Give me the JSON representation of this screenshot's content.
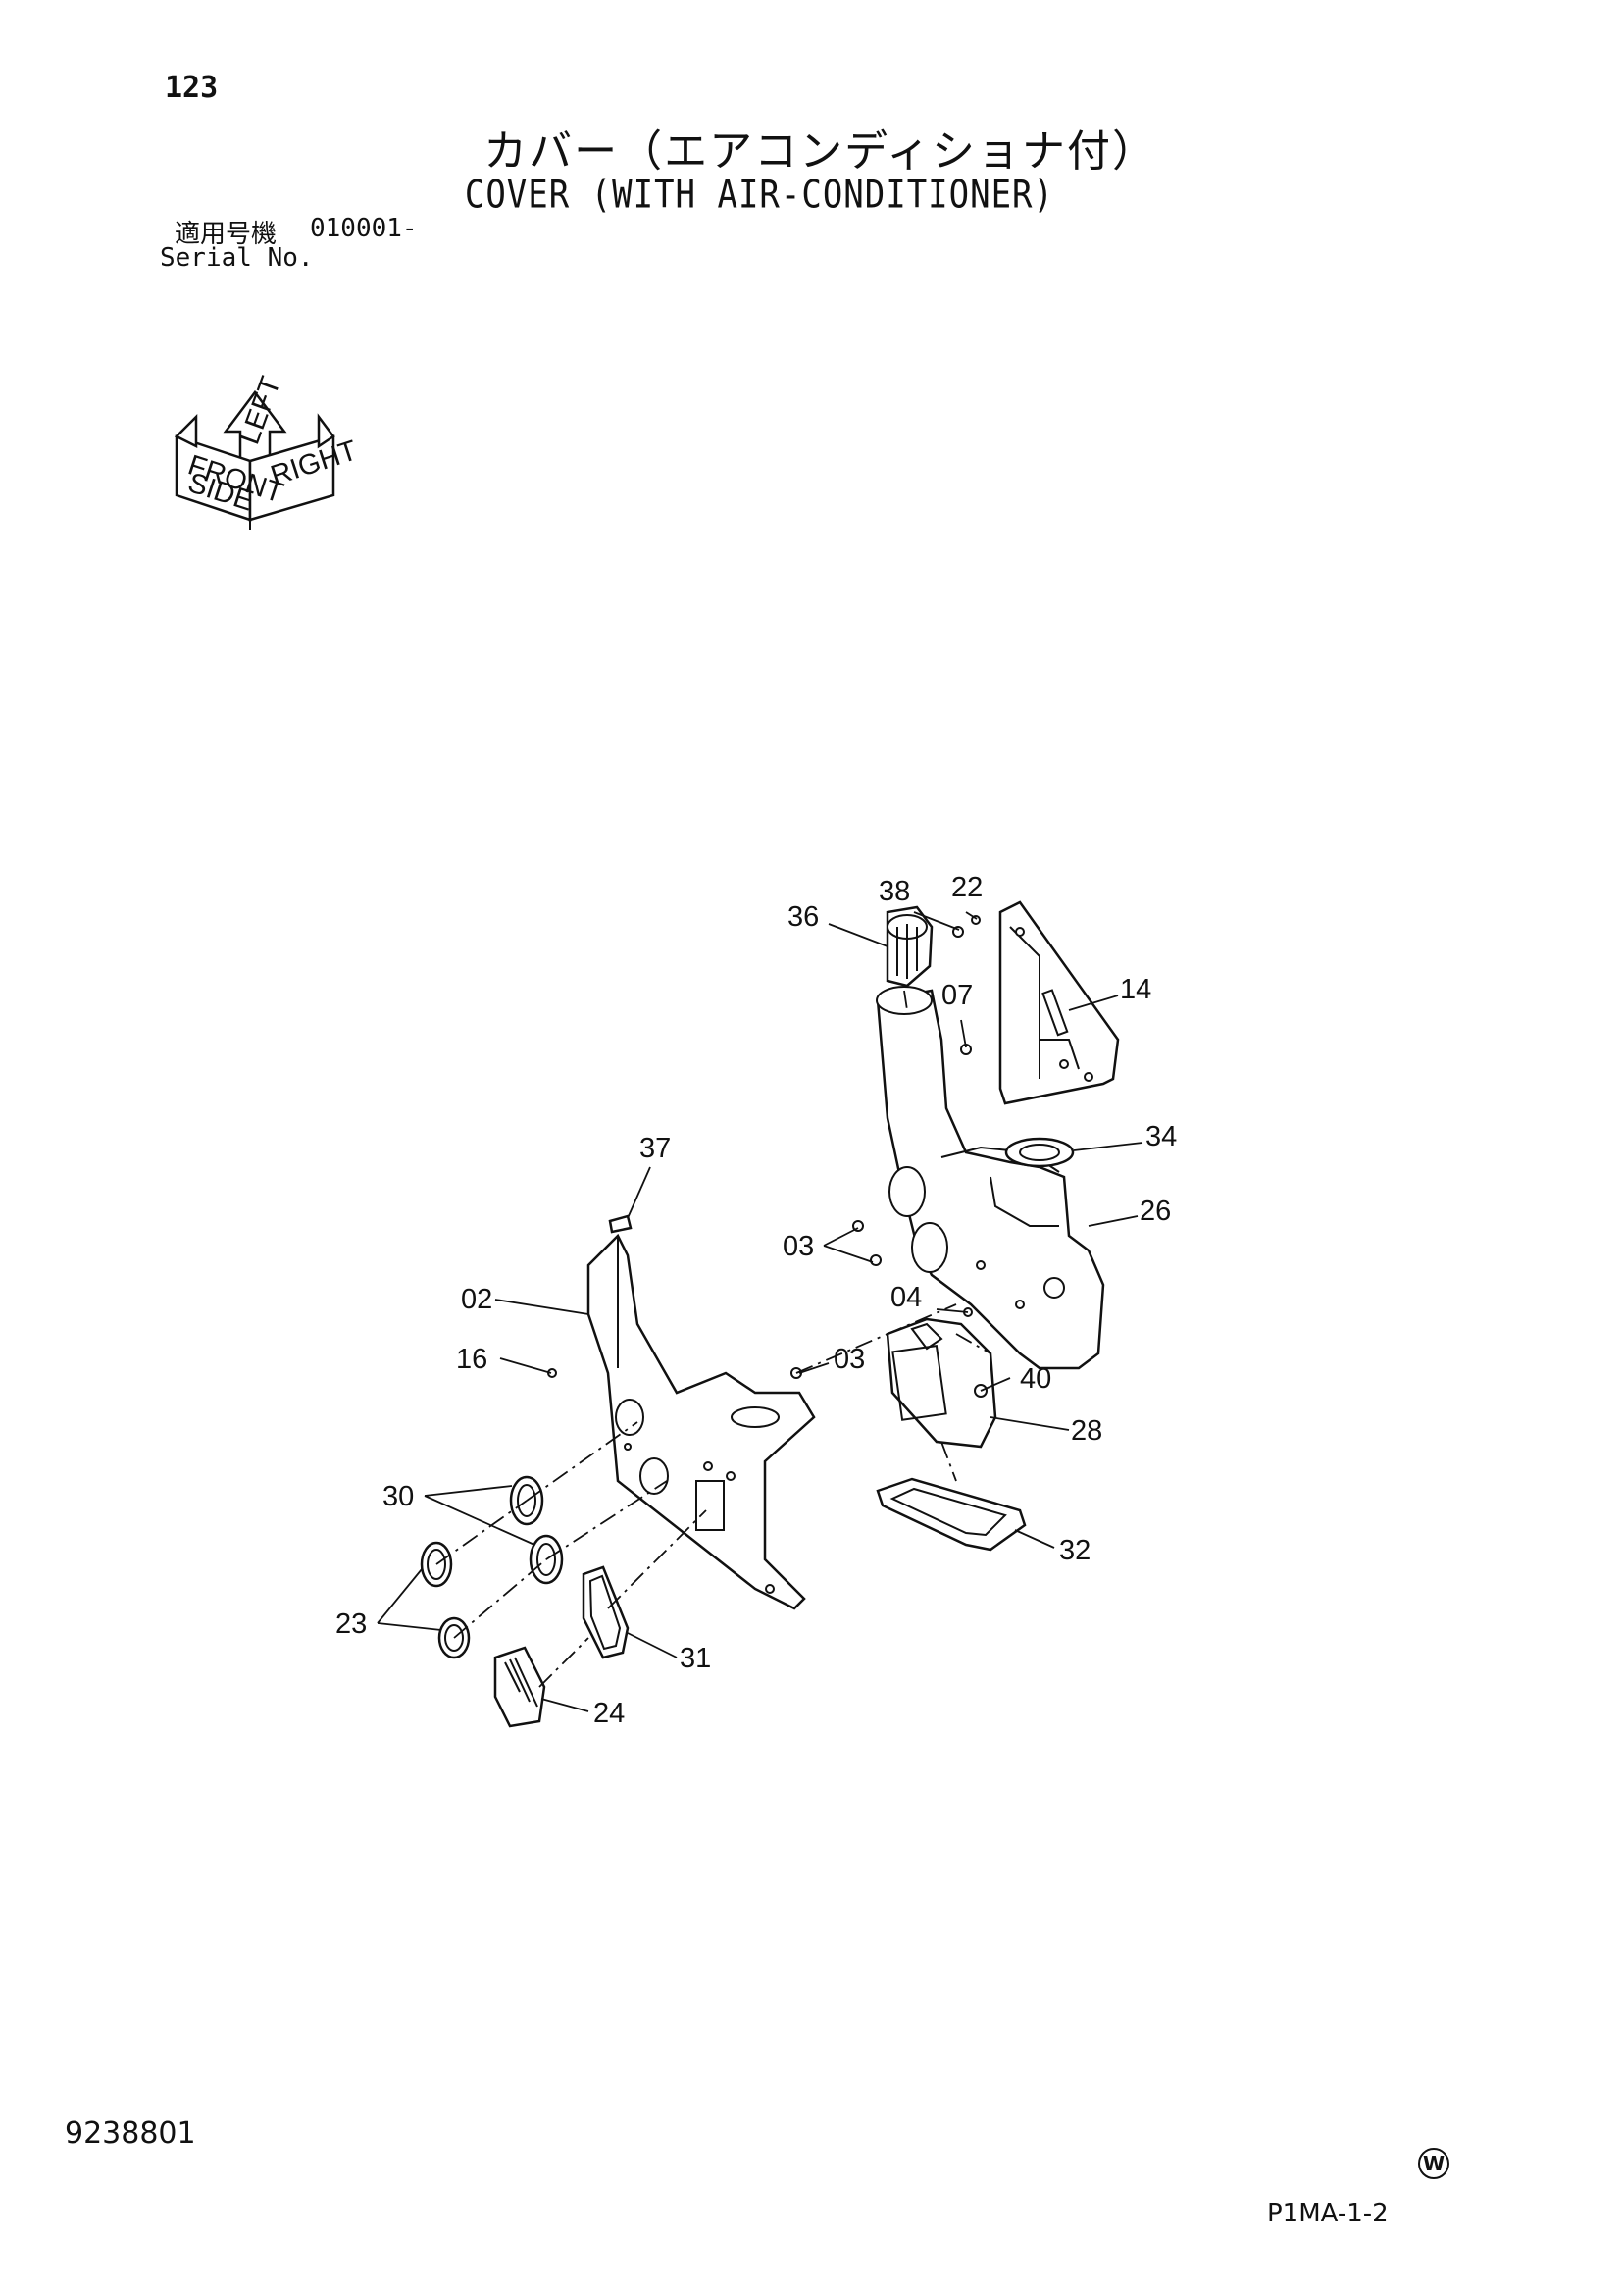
{
  "header": {
    "page_number": "123",
    "title_jp": "カバー（エアコンディショナ付）",
    "title_en": "COVER (WITH AIR-CONDITIONER)",
    "serial_label_jp": "適用号機",
    "serial_value": "010001-",
    "serial_label_en": "Serial No."
  },
  "orientation_icon": {
    "labels": [
      "FRONT",
      "LEFT",
      "RIGHT",
      "SIDE"
    ]
  },
  "callouts": [
    "38",
    "22",
    "36",
    "14",
    "07",
    "34",
    "37",
    "26",
    "03",
    "04",
    "02",
    "03",
    "16",
    "40",
    "28",
    "30",
    "32",
    "23",
    "31",
    "24"
  ],
  "footer": {
    "drawing_number": "9238801",
    "mark": "W",
    "page_code": "P1MA-1-2"
  }
}
